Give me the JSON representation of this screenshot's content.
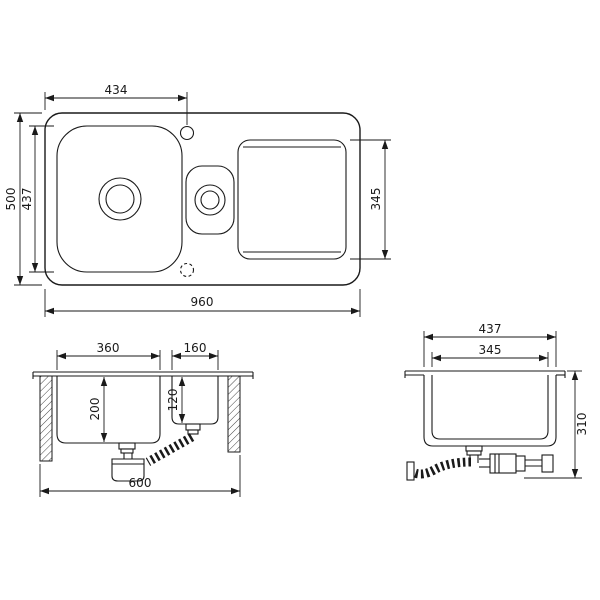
{
  "drawing": {
    "kind": "technical-drawing"
  },
  "dims": {
    "top": {
      "tap_center_from_left": "434",
      "overall_depth": "500",
      "bowl_zone_depth": "437",
      "drainboard_depth": "345",
      "overall_length": "960"
    },
    "front": {
      "main_bowl_width": "360",
      "half_bowl_width": "160",
      "main_bowl_depth": "200",
      "half_bowl_depth": "120",
      "cabinet_width": "600"
    },
    "side": {
      "overall_width": "437",
      "bowl_inner_width": "345",
      "overall_height": "310"
    }
  },
  "colors": {
    "line": "#1a1a1a",
    "background": "#ffffff"
  }
}
